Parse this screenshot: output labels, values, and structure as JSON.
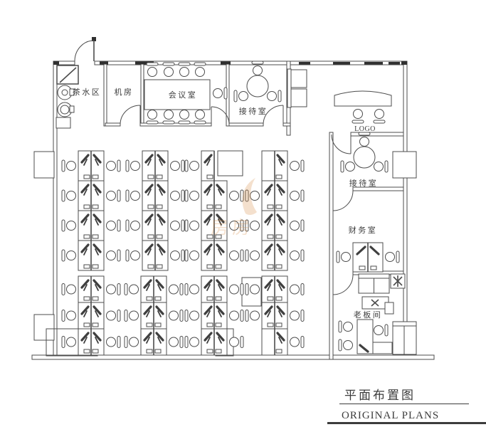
{
  "rooms": {
    "tea_area": "茶水区",
    "server_room": "机房",
    "conference_room": "会议室",
    "reception_top": "接待室",
    "logo_wall": "LOGO",
    "reception_right": "接待室",
    "finance_room": "财务室",
    "boss_room": "老板间"
  },
  "title_block": {
    "title_cn": "平面布置图",
    "title_en": "ORIGINAL PLANS"
  },
  "watermark": {
    "text": "房房"
  },
  "colors": {
    "line": "#4c4c4c",
    "black_marker": "#303030",
    "watermark": "#d9924f",
    "background": "#ffffff"
  }
}
